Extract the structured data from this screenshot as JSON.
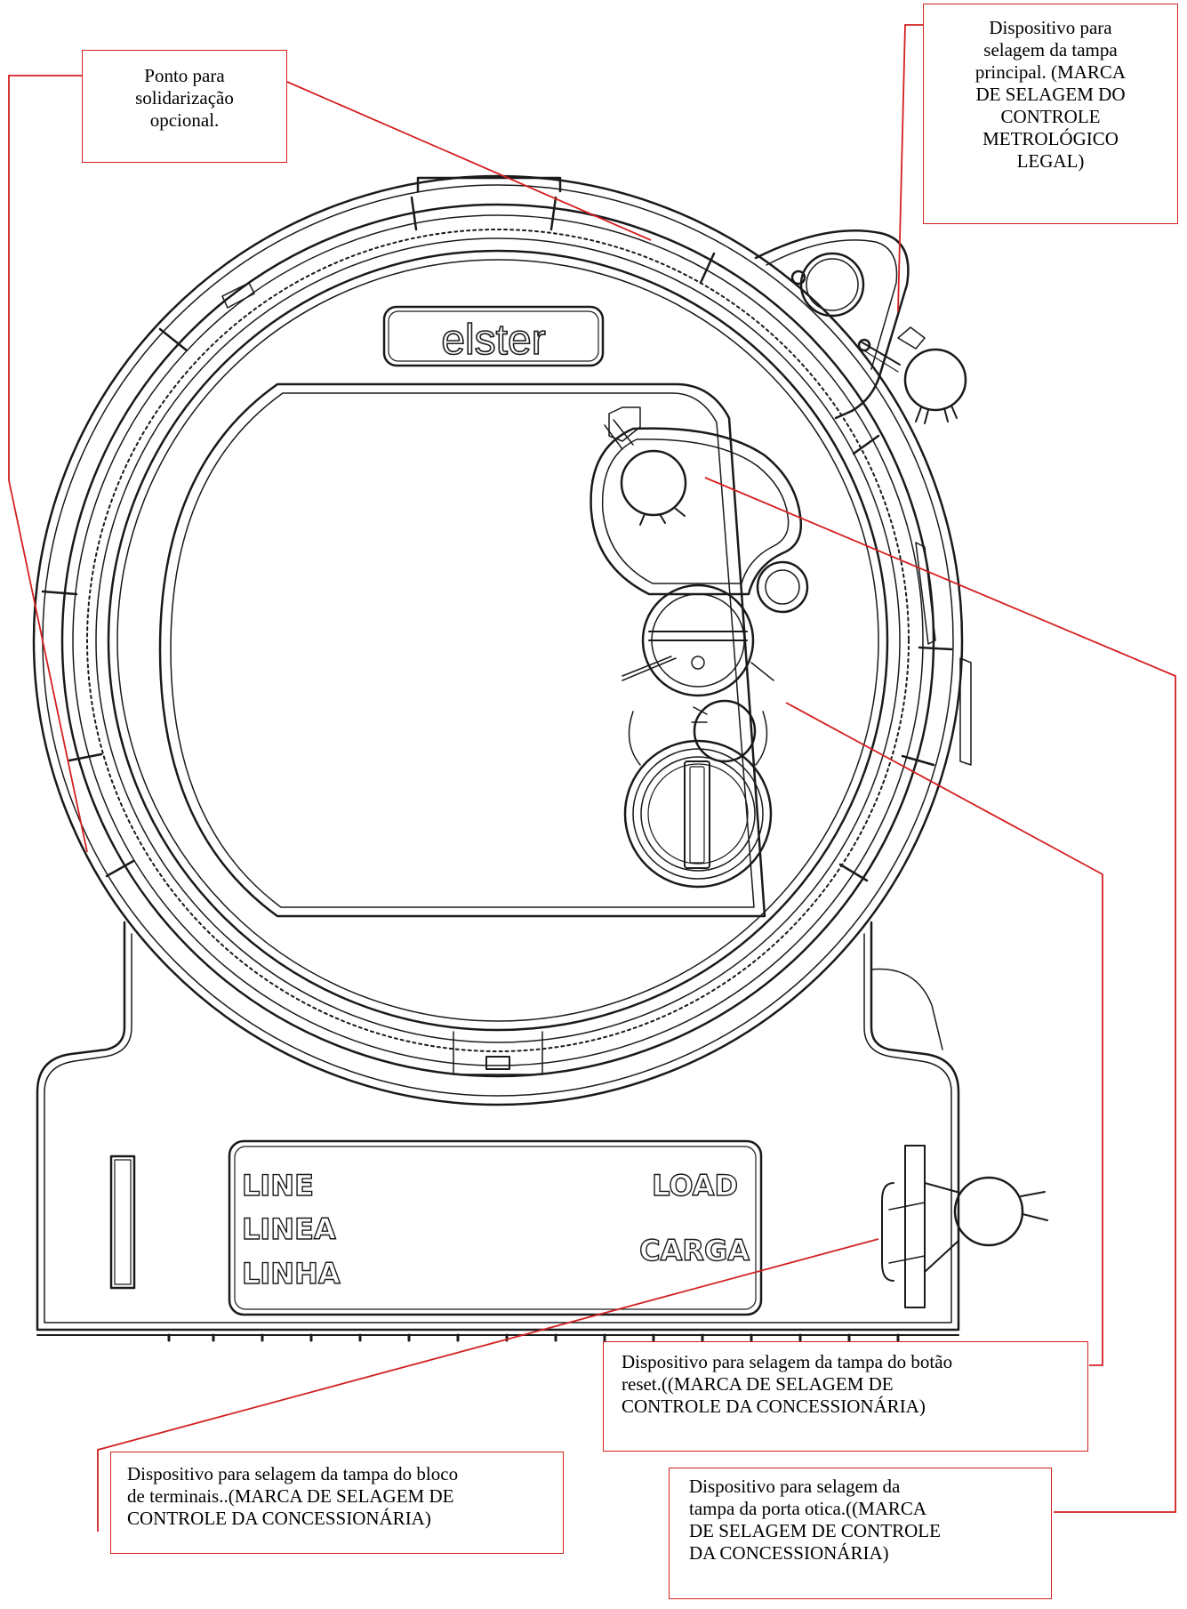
{
  "brand": {
    "logo_text": "elster"
  },
  "terminal_labels": {
    "left": [
      "LINE",
      "LINEA",
      "LINHA"
    ],
    "right": [
      "LOAD",
      "CARGA"
    ]
  },
  "callouts": {
    "optional_link_point": "Ponto para\nsolidarização\nopcional.",
    "main_cover_seal": "Dispositivo para\nselagem da tampa\nprincipal. (MARCA\nDE SELAGEM DO\nCONTROLE\nMETROLÓGICO\nLEGAL)",
    "reset_button_seal": "Dispositivo para selagem da tampa do botão\nreset.((MARCA DE SELAGEM DE\nCONTROLE DA CONCESSIONÁRIA)",
    "terminal_block_seal": "Dispositivo para selagem da tampa do bloco\nde terminais..(MARCA DE SELAGEM DE\nCONTROLE DA CONCESSIONÁRIA)",
    "optical_port_seal": "Dispositivo para selagem da\ntampa da porta otica.((MARCA\nDE SELAGEM DE CONTROLE\nDA CONCESSIONÁRIA)"
  },
  "colors": {
    "leader_line": "#d42020",
    "drawing": "#1a1a1a"
  }
}
